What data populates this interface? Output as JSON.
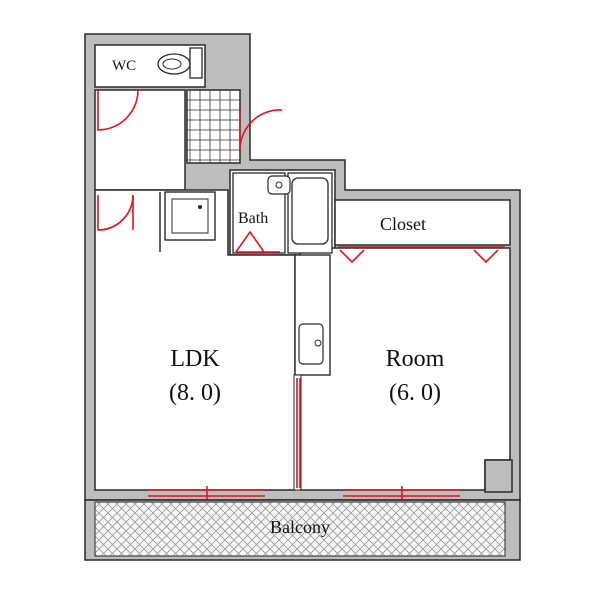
{
  "floorplan": {
    "rooms": {
      "wc": "WC",
      "bath": "Bath",
      "closet": "Closet",
      "ldk_name": "LDK",
      "ldk_size": "(8. 0)",
      "room_name": "Room",
      "room_size": "(6. 0)",
      "balcony": "Balcony"
    },
    "colors": {
      "wall": "#bdbdbd",
      "outline": "#2a2a2a",
      "door": "#e0141b",
      "floor": "#ffffff"
    }
  }
}
